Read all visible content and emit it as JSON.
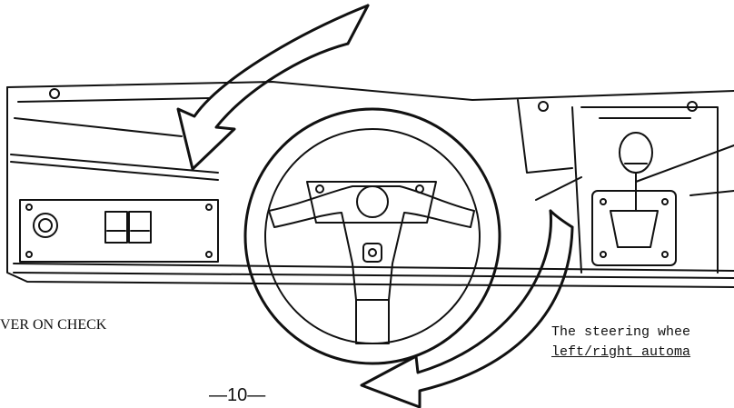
{
  "captions": {
    "left": "VER ON CHECK",
    "right_line1": "The steering whee",
    "right_line2": "left/right automa"
  },
  "page_number": "—10—",
  "colors": {
    "ink": "#111111",
    "paper": "#ffffff"
  },
  "icons": {
    "arrow_top": "curved-arrow-counterclockwise-icon",
    "arrow_bottom": "curved-arrow-clockwise-icon",
    "wheel": "steering-wheel-icon",
    "shifter": "gear-shifter-icon"
  }
}
